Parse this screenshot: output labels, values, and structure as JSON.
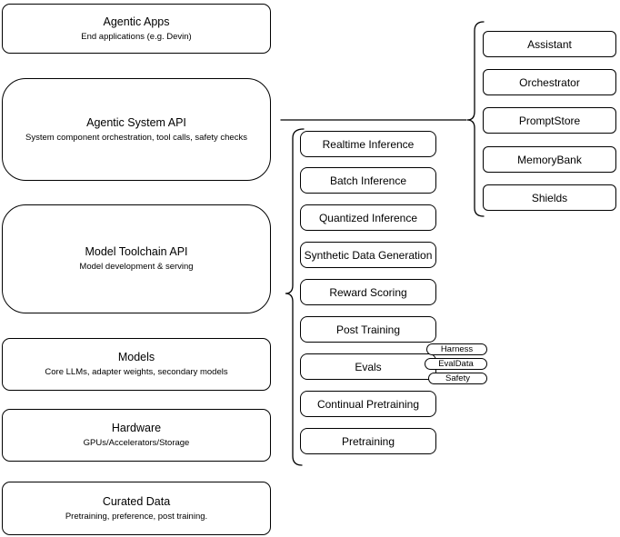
{
  "diagram": {
    "left_stack": [
      {
        "title": "Agentic Apps",
        "subtitle": "End applications (e.g. Devin)"
      },
      {
        "title": "Agentic System API",
        "subtitle": "System component orchestration, tool calls, safety checks"
      },
      {
        "title": "Model Toolchain API",
        "subtitle": "Model development & serving"
      },
      {
        "title": "Models",
        "subtitle": "Core LLMs, adapter weights, secondary models"
      },
      {
        "title": "Hardware",
        "subtitle": "GPUs/Accelerators/Storage"
      },
      {
        "title": "Curated Data",
        "subtitle": "Pretraining, preference, post training."
      }
    ],
    "toolchain_stack": [
      "Realtime Inference",
      "Batch Inference",
      "Quantized Inference",
      "Synthetic Data Generation",
      "Reward Scoring",
      "Post Training",
      "Evals",
      "Continual Pretraining",
      "Pretraining"
    ],
    "evals_pills": [
      "Harness",
      "EvalData",
      "Safety"
    ],
    "system_stack": [
      "Assistant",
      "Orchestrator",
      "PromptStore",
      "MemoryBank",
      "Shields"
    ],
    "colors": {
      "stroke": "#000000",
      "fill": "#ffffff",
      "text": "#000000"
    }
  }
}
